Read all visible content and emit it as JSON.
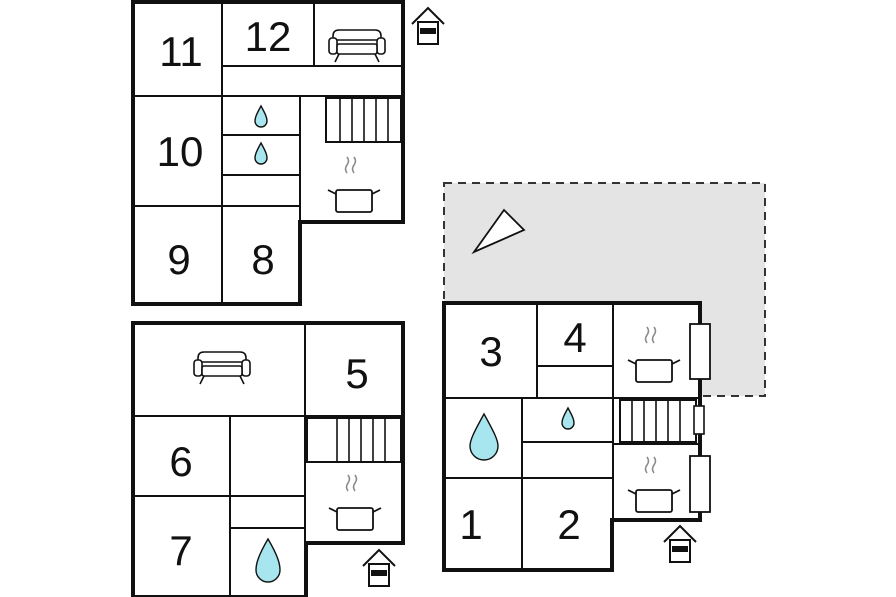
{
  "floorplan": {
    "rooms": [
      {
        "id": "r1",
        "label": "1"
      },
      {
        "id": "r2",
        "label": "2"
      },
      {
        "id": "r3",
        "label": "3"
      },
      {
        "id": "r4",
        "label": "4"
      },
      {
        "id": "r5",
        "label": "5"
      },
      {
        "id": "r6",
        "label": "6"
      },
      {
        "id": "r7",
        "label": "7"
      },
      {
        "id": "r8",
        "label": "8"
      },
      {
        "id": "r9",
        "label": "9"
      },
      {
        "id": "r10",
        "label": "10"
      },
      {
        "id": "r11",
        "label": "11"
      },
      {
        "id": "r12",
        "label": "12"
      }
    ],
    "icons": {
      "sofa": "sofa-icon",
      "kitchen": "cooking-pot-icon",
      "bathroom": "water-drop-icon",
      "entrance": "entrance-house-icon",
      "stairs": "stairs-icon",
      "terrace": "terrace-area",
      "north": "north-arrow-icon"
    },
    "colors": {
      "walls": "#111111",
      "water": "#a8e6ef",
      "terrace": "#e4e4e4",
      "steam": "#8a8a8a"
    }
  }
}
